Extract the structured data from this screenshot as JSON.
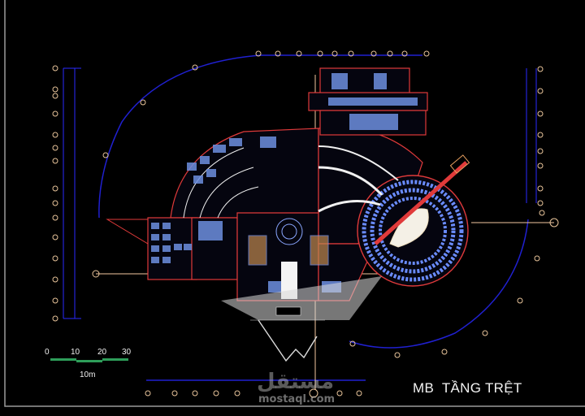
{
  "drawing": {
    "title": "MB  TẦNG TRỆT",
    "background": "#000000",
    "colors": {
      "grid_axis": "#1a1aff",
      "wall_outline": "#e03a3a",
      "axis_line": "#f5c9a0",
      "furniture": "#7aa6ff",
      "text": "#f2f2f2",
      "scale_bar": "#2e9e5a"
    }
  },
  "scale_bar": {
    "ticks": [
      "0",
      "10",
      "20",
      "30"
    ],
    "unit_label": "10m"
  },
  "watermark": {
    "arabic": "مستقل",
    "latin": "mostaql.com"
  },
  "grid_bubbles": {
    "left_column_count": 15,
    "right_column_count": 9,
    "top_row_count": 10,
    "bottom_row_count": 8
  }
}
